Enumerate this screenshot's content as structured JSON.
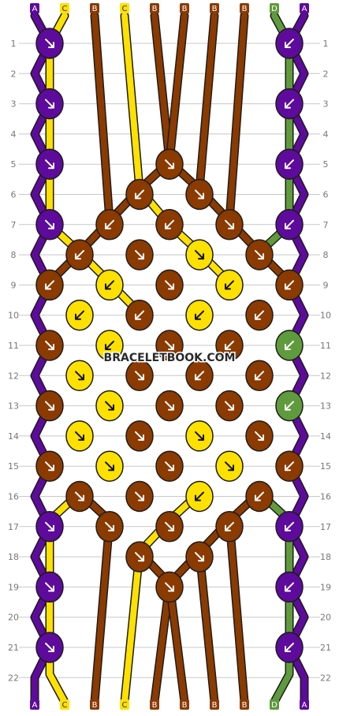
{
  "pattern": {
    "watermark": "BRACELETBOOK.COM",
    "rows": [
      "1",
      "2",
      "3",
      "4",
      "5",
      "6",
      "7",
      "8",
      "9",
      "10",
      "11",
      "12",
      "13",
      "14",
      "15",
      "16",
      "17",
      "18",
      "19",
      "20",
      "21",
      "22"
    ],
    "strings_top": [
      "A",
      "C",
      "B",
      "C",
      "B",
      "B",
      "B",
      "B",
      "D",
      "A"
    ],
    "strings_bottom": [
      "A",
      "C",
      "B",
      "C",
      "B",
      "B",
      "B",
      "B",
      "D",
      "A"
    ],
    "colors": {
      "A": "#5e0a9c",
      "B": "#8b3a00",
      "C": "#ffe100",
      "D": "#5f9b3c",
      "outline": "#1c1c1c",
      "gridline": "#c8c8c8",
      "label_text": "#777777",
      "letter_text": "#ffffff"
    }
  }
}
